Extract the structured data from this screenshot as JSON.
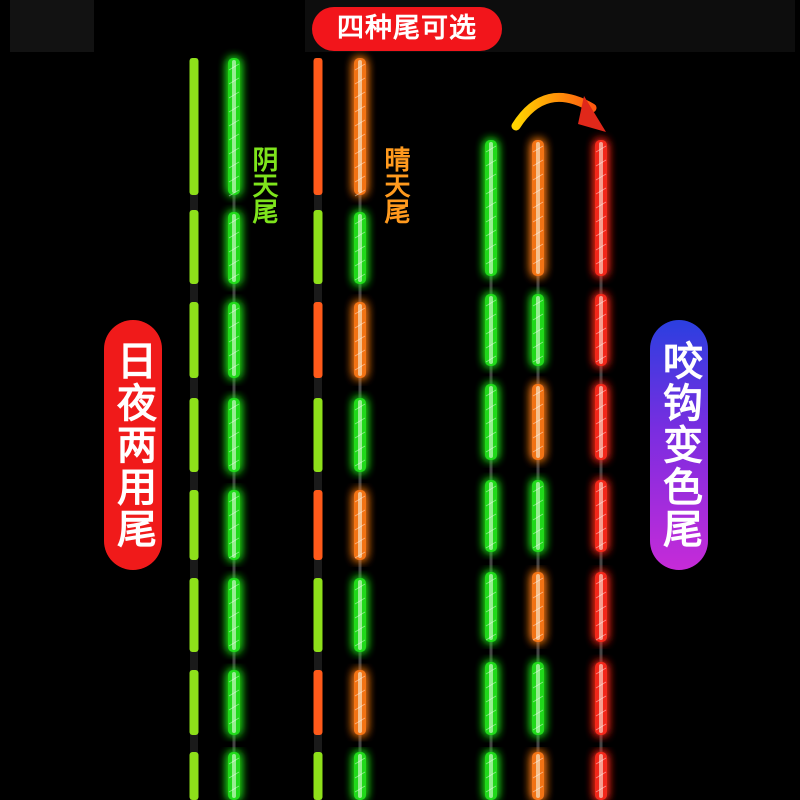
{
  "title": "四种尾可选",
  "left_badge": "日夜两用尾",
  "right_badge": "咬钩变色尾",
  "label_overcast": "阴天尾",
  "label_sunny": "晴天尾",
  "colors": {
    "badge_red": "#f01a1a",
    "label_green": "#7ee41c",
    "label_orange": "#ff9a1e",
    "glow_green": "#22e51c",
    "glow_orange": "#ff7a18",
    "glow_red": "#ff2a1c",
    "solid_green": "#8ee01a",
    "solid_orange": "#ff5a1a",
    "arrow": "#ffb000"
  }
}
